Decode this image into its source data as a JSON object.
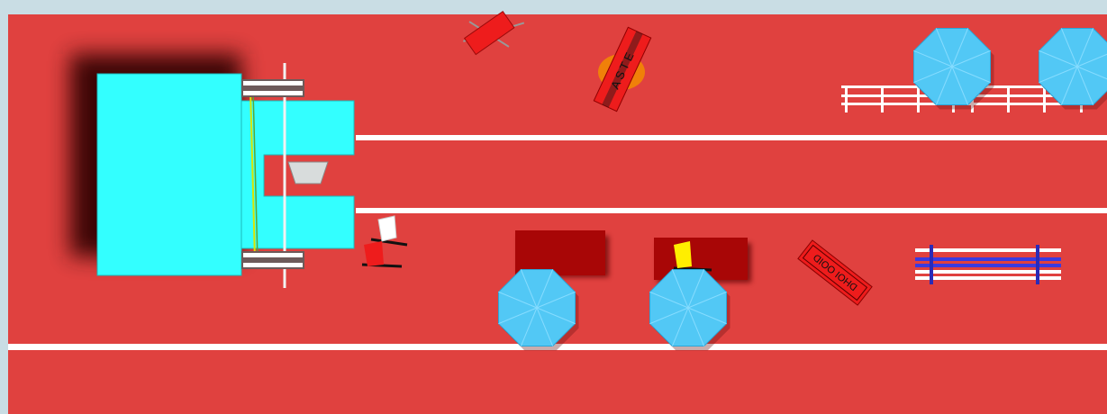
{
  "scene": {
    "colors": {
      "frame": "#c9dde4",
      "track": "#e0413f",
      "lane_line": "#ffffff",
      "building": "#33ffff",
      "umbrella": "#52c8f5",
      "dark_block": "#a80606",
      "sign": "#ee1c1c"
    },
    "signs": {
      "aste_text": "ASTE",
      "bottom_sign_text": "DHOI OOID"
    },
    "icons": [
      "building",
      "gate",
      "flag-icon",
      "umbrella-icon",
      "fence-icon",
      "bench-icon",
      "sign-icon",
      "camera-icon"
    ]
  }
}
